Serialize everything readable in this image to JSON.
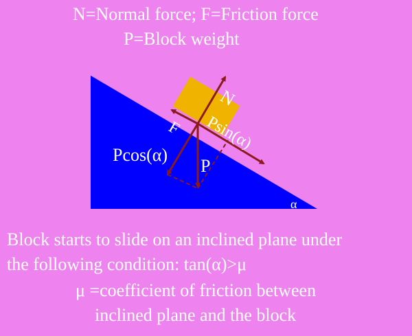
{
  "legend": {
    "line1": "N=Normal force; F=Friction force",
    "line2": "P=Block weight"
  },
  "diagram": {
    "label_N": "N",
    "label_F": "F",
    "label_Psin": "Psin(α)",
    "label_Pcos": "Pcos(α)",
    "label_P": "P",
    "label_alpha": "α"
  },
  "caption": {
    "line1": "Block starts to slide on an inclined plane under",
    "line2": "the following condition: tan(α)>μ",
    "mu_symbol": "μ",
    "line3_rest": " =coefficient of friction between",
    "line4": "inclined plane and the block"
  },
  "colors": {
    "background": "#ee82ee",
    "incline": "#0000ff",
    "block": "#f0b400",
    "arrow": "#8b1a1a",
    "text": "#ffffff"
  }
}
